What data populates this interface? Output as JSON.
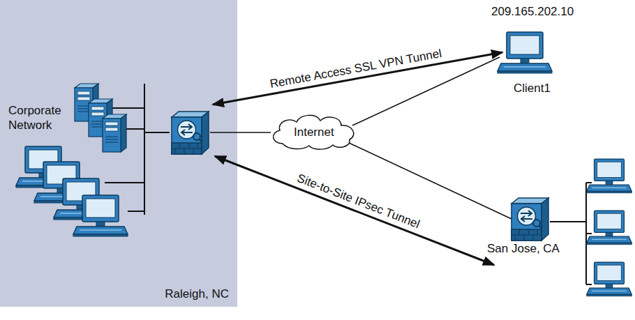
{
  "diagram": {
    "nodes": [
      {
        "text": [
          "Corporate Network",
          "Raleigh, NC"
        ]
      },
      {
        "text": [
          "209.165.202.10",
          "Client1"
        ]
      },
      {
        "text": [
          "Internet"
        ]
      },
      {
        "text": [
          "San Jose, CA"
        ]
      }
    ],
    "edges": [
      {
        "from": 0,
        "to": 1,
        "label": "Remote Access SSL VPN Tunnel",
        "arrow": "both"
      },
      {
        "from": 0,
        "to": 3,
        "label": "Site-to-Site IPsec Tunnel",
        "arrow": "both"
      },
      {
        "from": 0,
        "to": 2,
        "arrow": "none"
      },
      {
        "from": 2,
        "to": 1,
        "arrow": "none"
      },
      {
        "from": 2,
        "to": 3,
        "arrow": "none"
      }
    ]
  }
}
